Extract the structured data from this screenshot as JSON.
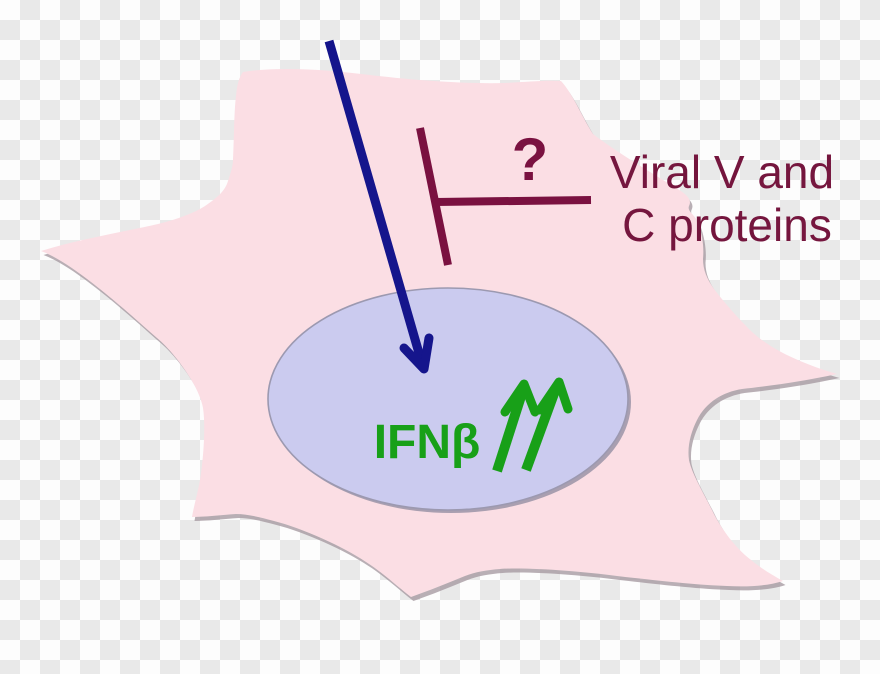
{
  "labels": {
    "question_mark": "?",
    "viral_line1": "Viral V and",
    "viral_line2": "C proteins",
    "ifnb": "IFNβ"
  },
  "icons": {
    "blue_down_arrow": "thick navy arrow entering the cell and pointing into the nucleus",
    "inhibition_tbar": "maroon T-bar (blunt-end inhibition symbol) crossing the blue arrow path",
    "green_up_arrows": "two green upward arrows indicating increased IFNβ"
  },
  "colors": {
    "checker-white": "#fdfdfd",
    "checker-gray": "#e9e9e9",
    "cell-pink": "#fbdee4",
    "cell-shadow": "#a2949c",
    "nucleus-fill": "#cbcbef",
    "nucleus-stroke": "#9c99b0",
    "nucleus-shadow": "#958fa3",
    "arrow-blue": "#15158c",
    "maroon-bar": "#7a1140",
    "maroon-text": "#75163e",
    "green": "#18a018"
  }
}
